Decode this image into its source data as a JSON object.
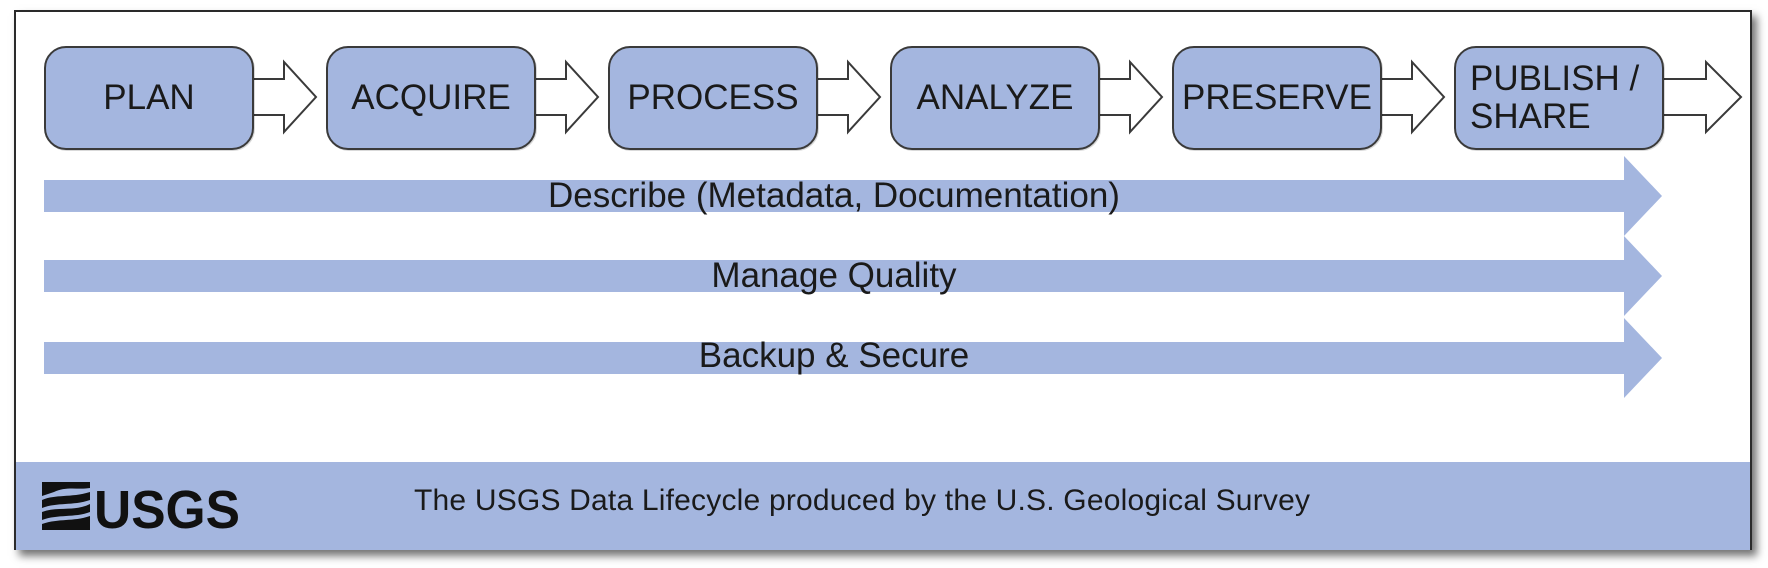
{
  "lifecycle": {
    "stages": [
      {
        "label": "PLAN"
      },
      {
        "label": "ACQUIRE"
      },
      {
        "label": "PROCESS"
      },
      {
        "label": "ANALYZE"
      },
      {
        "label": "PRESERVE"
      },
      {
        "label": "PUBLISH /\nSHARE"
      }
    ],
    "cross_cutting": [
      {
        "label": "Describe (Metadata, Documentation)"
      },
      {
        "label": "Manage Quality"
      },
      {
        "label": "Backup & Secure"
      }
    ]
  },
  "footer": {
    "logo_text": "USGS",
    "caption": "The USGS Data Lifecycle produced by the U.S. Geological Survey"
  },
  "colors": {
    "stage_fill": "#a4b6df",
    "band_fill": "#a4b6df",
    "footer_fill": "#a4b6df",
    "outline": "#3a3a3a"
  }
}
